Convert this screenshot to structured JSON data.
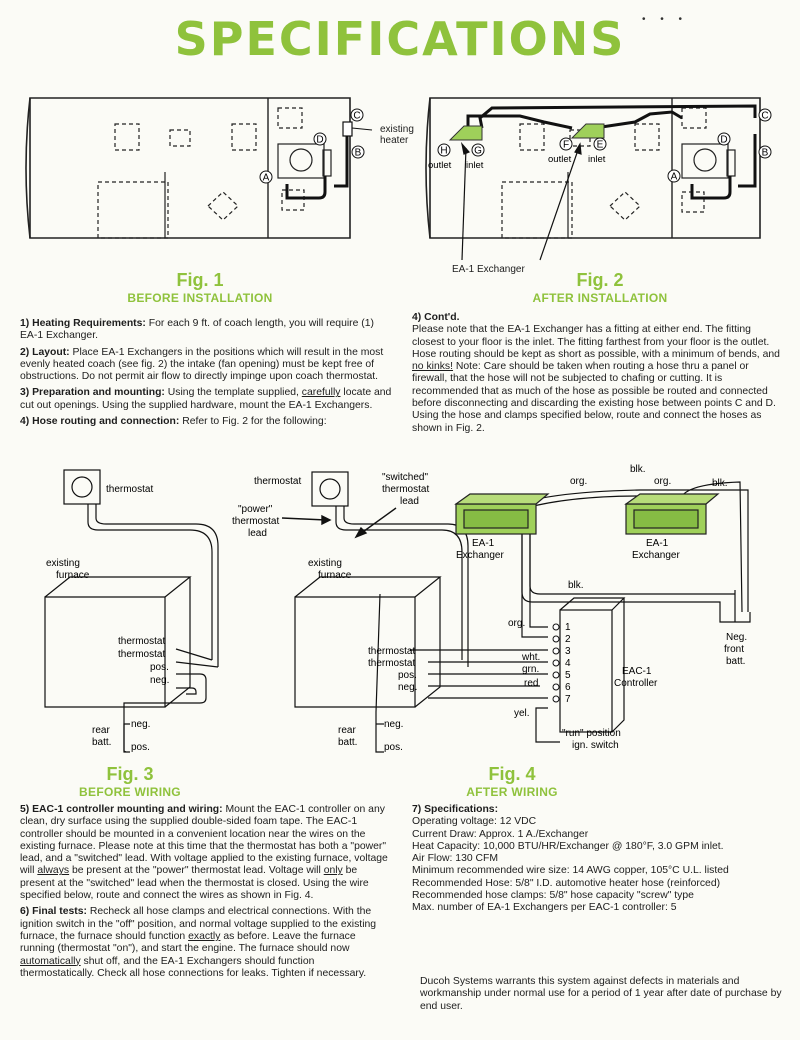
{
  "title": "SPECIFICATIONS",
  "fig1": {
    "number": "Fig. 1",
    "caption": "BEFORE INSTALLATION",
    "existing_heater": "existing heater",
    "labels": [
      "A",
      "B",
      "C",
      "D"
    ]
  },
  "fig2": {
    "number": "Fig. 2",
    "caption": "AFTER INSTALLATION",
    "exchanger_label": "EA-1 Exchanger",
    "outlet": "outlet",
    "inlet": "inlet",
    "labels": [
      "A",
      "B",
      "C",
      "D",
      "E",
      "F",
      "G",
      "H"
    ]
  },
  "fig3": {
    "number": "Fig. 3",
    "caption": "BEFORE WIRING",
    "thermostat": "thermostat",
    "existing_furnace": "existing furnace",
    "terminals": [
      "thermostat",
      "thermostat",
      "pos.",
      "neg."
    ],
    "rear_batt": "rear batt.",
    "neg": "neg.",
    "pos": "pos."
  },
  "fig4": {
    "number": "Fig. 4",
    "caption": "AFTER WIRING",
    "thermostat": "thermostat",
    "switched_lead": "\"switched\" thermostat lead",
    "power_lead": "\"power\" thermostat lead",
    "existing_furnace": "existing furnace",
    "terminals": [
      "thermostat",
      "thermostat",
      "pos.",
      "neg."
    ],
    "rear_batt": "rear batt.",
    "neg": "neg.",
    "pos": "pos.",
    "exchanger": "EA-1 Exchanger",
    "controller": "EAC-1 Controller",
    "wires": [
      "blk.",
      "org.",
      "org.",
      "blk.",
      "blk.",
      "org.",
      "wht.",
      "grn.",
      "red",
      "yel."
    ],
    "controller_pins": [
      "1",
      "2",
      "3",
      "4",
      "5",
      "6",
      "7"
    ],
    "neg_front_batt": "Neg. front batt.",
    "run_switch": "\"run\" position ign. switch"
  },
  "sections": {
    "s1": {
      "heading": "1) Heating Requirements:",
      "body": " For each 9 ft. of coach length, you will require (1) EA-1 Exchanger."
    },
    "s2": {
      "heading": "2) Layout:",
      "body": " Place EA-1 Exchangers in the positions which will result in the most evenly heated coach (see fig. 2) the intake (fan opening) must be kept free of obstructions. Do not permit air flow to directly impinge upon coach thermostat."
    },
    "s3": {
      "heading": "3) Preparation and mounting:",
      "body_a": " Using the template supplied, ",
      "underline": "carefully",
      "body_b": " locate and cut out openings. Using the supplied hardware, mount the EA-1 Exchangers."
    },
    "s4": {
      "heading": "4) Hose routing and connection:",
      "body": " Refer to Fig. 2 for the following:"
    },
    "s4c": {
      "heading": "4) Cont'd.",
      "body_a": "Please note that the EA-1 Exchanger has a fitting at either end. The fitting closest to your floor is the inlet. The fitting farthest from your floor is the outlet. Hose routing should be kept as short as possible, with a minimum of bends, and ",
      "underline": "no kinks!",
      "body_b": " Note: Care should be taken when routing a hose thru a panel or firewall, that the hose will not be subjected to chafing or cutting. It is recommended that as much of the hose as possible be routed and connected before disconnecting and discarding the existing hose between points C and D. Using the hose and clamps specified below, route and connect the hoses as shown in Fig. 2."
    },
    "s5": {
      "heading": "5) EAC-1 controller mounting and wiring:",
      "body_a": " Mount the EAC-1 controller on any clean, dry surface using the supplied double-sided foam tape. The EAC-1 controller should be mounted in a convenient location near the wires on the existing furnace. Please note at this time that the thermostat has both a \"power\" lead, and a \"switched\" lead. With voltage applied to the existing furnace, voltage will ",
      "u1": "always",
      "body_b": " be present at the \"power\" thermostat lead. Voltage will ",
      "u2": "only",
      "body_c": " be present at the \"switched\" lead when the thermostat is closed. Using the wire specified below, route and connect the wires as shown in Fig. 4."
    },
    "s6": {
      "heading": "6) Final tests:",
      "body_a": " Recheck all hose clamps and electrical connections. With the ignition switch in the \"off\" position, and normal voltage supplied to the existing furnace, the furnace should function ",
      "u1": "exactly",
      "body_b": " as before. Leave the furnace running (thermostat \"on\"), and start the engine. The furnace should now ",
      "u2": "automatically",
      "body_c": " shut off, and the EA-1 Exchangers should function thermostatically. Check all hose connections for leaks. Tighten if necessary."
    },
    "s7": {
      "heading": "7) Specifications:",
      "lines": [
        "Operating voltage: 12 VDC",
        "Current Draw: Approx. 1 A./Exchanger",
        "Heat Capacity: 10,000 BTU/HR/Exchanger @ 180°F, 3.0 GPM inlet.",
        "Air Flow: 130 CFM",
        "Minimum recommended wire size: 14 AWG copper, 105°C U.L. listed",
        "Recommended Hose: 5/8\" I.D. automotive heater hose (reinforced)",
        "Recommended hose clamps: 5/8\" hose capacity \"screw\" type",
        "Max. number of EA-1 Exchangers per EAC-1 controller: 5"
      ]
    },
    "warranty": "Ducoh Systems warrants this system against defects in materials and workmanship under normal use for a period of 1 year after date of purchase by end user."
  },
  "colors": {
    "accent_green": "#8fc23c",
    "exchanger_green": "#9fd05a",
    "ink": "#1d1d1d"
  }
}
